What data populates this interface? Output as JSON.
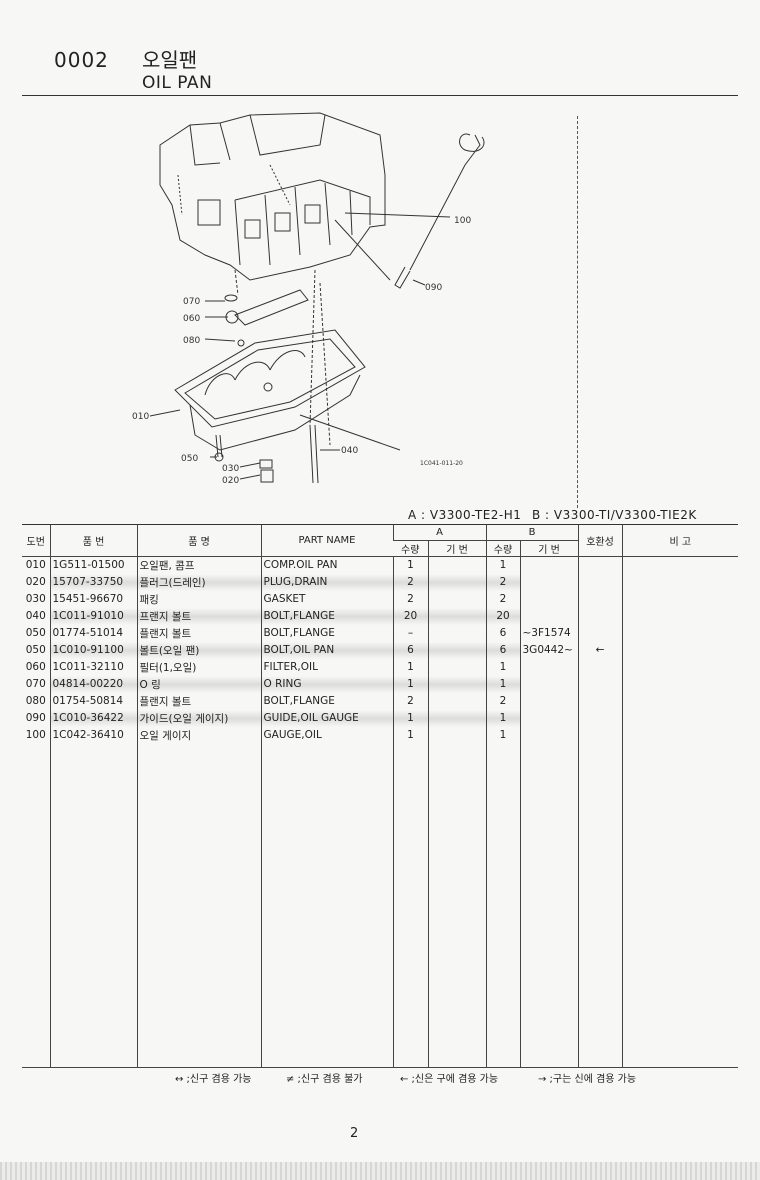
{
  "header": {
    "code": "0002",
    "title_ko": "오일팬",
    "title_en": "OIL PAN"
  },
  "diagram": {
    "callouts": [
      "100",
      "090",
      "070",
      "060",
      "080",
      "010",
      "050",
      "030",
      "020",
      "040"
    ],
    "ref_code": "1C041-011-20"
  },
  "models": {
    "a": "A : V3300-TE2-H1",
    "b": "B : V3300-TI/V3300-TIE2K"
  },
  "table": {
    "headers": {
      "ref": "도번",
      "part_no": "품   번",
      "name_ko": "품       명",
      "name_en": "PART NAME",
      "group_a": "A",
      "group_b": "B",
      "qty": "수량",
      "serial": "기 번",
      "compat": "호환성",
      "remarks": "비     고"
    },
    "rows": [
      {
        "ref": "010",
        "part_no": "1G511-01500",
        "name_ko": "오일팬, 콤프",
        "name_en": "COMP.OIL PAN",
        "qty_a": "1",
        "serial_a": "",
        "qty_b": "1",
        "serial_b": "",
        "compat": "",
        "remarks": "",
        "shade": false
      },
      {
        "ref": "020",
        "part_no": "15707-33750",
        "name_ko": "플러그(드레인)",
        "name_en": "PLUG,DRAIN",
        "qty_a": "2",
        "serial_a": "",
        "qty_b": "2",
        "serial_b": "",
        "compat": "",
        "remarks": "",
        "shade": true
      },
      {
        "ref": "030",
        "part_no": "15451-96670",
        "name_ko": "패킹",
        "name_en": "GASKET",
        "qty_a": "2",
        "serial_a": "",
        "qty_b": "2",
        "serial_b": "",
        "compat": "",
        "remarks": "",
        "shade": false
      },
      {
        "ref": "040",
        "part_no": "1C011-91010",
        "name_ko": "프랜지 볼트",
        "name_en": "BOLT,FLANGE",
        "qty_a": "20",
        "serial_a": "",
        "qty_b": "20",
        "serial_b": "",
        "compat": "",
        "remarks": "",
        "shade": true
      },
      {
        "ref": "050",
        "part_no": "01774-51014",
        "name_ko": "플랜지 볼트",
        "name_en": "BOLT,FLANGE",
        "qty_a": "–",
        "serial_a": "",
        "qty_b": "6",
        "serial_b": "~3F1574",
        "compat": "",
        "remarks": "",
        "shade": false
      },
      {
        "ref": "050",
        "part_no": "1C010-91100",
        "name_ko": "볼트(오일 팬)",
        "name_en": "BOLT,OIL PAN",
        "qty_a": "6",
        "serial_a": "",
        "qty_b": "6",
        "serial_b": "3G0442~",
        "compat": "←",
        "remarks": "",
        "shade": true
      },
      {
        "ref": "060",
        "part_no": "1C011-32110",
        "name_ko": "필터(1,오일)",
        "name_en": "FILTER,OIL",
        "qty_a": "1",
        "serial_a": "",
        "qty_b": "1",
        "serial_b": "",
        "compat": "",
        "remarks": "",
        "shade": false
      },
      {
        "ref": "070",
        "part_no": "04814-00220",
        "name_ko": "O 링",
        "name_en": "O RING",
        "qty_a": "1",
        "serial_a": "",
        "qty_b": "1",
        "serial_b": "",
        "compat": "",
        "remarks": "",
        "shade": true
      },
      {
        "ref": "080",
        "part_no": "01754-50814",
        "name_ko": "플랜지 볼트",
        "name_en": "BOLT,FLANGE",
        "qty_a": "2",
        "serial_a": "",
        "qty_b": "2",
        "serial_b": "",
        "compat": "",
        "remarks": "",
        "shade": false
      },
      {
        "ref": "090",
        "part_no": "1C010-36422",
        "name_ko": "가이드(오일 게이지)",
        "name_en": "GUIDE,OIL GAUGE",
        "qty_a": "1",
        "serial_a": "",
        "qty_b": "1",
        "serial_b": "",
        "compat": "",
        "remarks": "",
        "shade": true
      },
      {
        "ref": "100",
        "part_no": "1C042-36410",
        "name_ko": "오일 게이지",
        "name_en": "GAUGE,OIL",
        "qty_a": "1",
        "serial_a": "",
        "qty_b": "1",
        "serial_b": "",
        "compat": "",
        "remarks": "",
        "shade": false
      }
    ]
  },
  "legend": {
    "both": "↔ ;신구 겸용 가능",
    "none": "≠ ;신구 겸용 불가",
    "new_to_old": "← ;신은 구에 겸용 가능",
    "old_to_new": "→ ;구는 신에 겸용 가능"
  },
  "page_number": "2"
}
